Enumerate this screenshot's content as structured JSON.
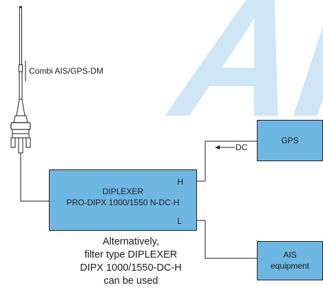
{
  "watermark": {
    "text": "AIS",
    "color": "#cfe6f7"
  },
  "colors": {
    "box_fill": "#6fb7e3",
    "line": "#1a1a1a"
  },
  "antenna": {
    "label": "Combi AIS/GPS-DM",
    "icon": "antenna-icon"
  },
  "diplexer": {
    "line1": "DIPLEXER",
    "line2": "PRO-DIPX 1000/1550 N-DC-H",
    "port_h": "H",
    "port_l": "L"
  },
  "gps": {
    "label": "GPS"
  },
  "dc_label": "DC",
  "ais": {
    "line1": "AIS",
    "line2": "equipment"
  },
  "note": {
    "line1": "Alternatively,",
    "line2": "filter type DIPLEXER",
    "line3": "DIPX 1000/1550-DC-H",
    "line4": "can be used"
  }
}
